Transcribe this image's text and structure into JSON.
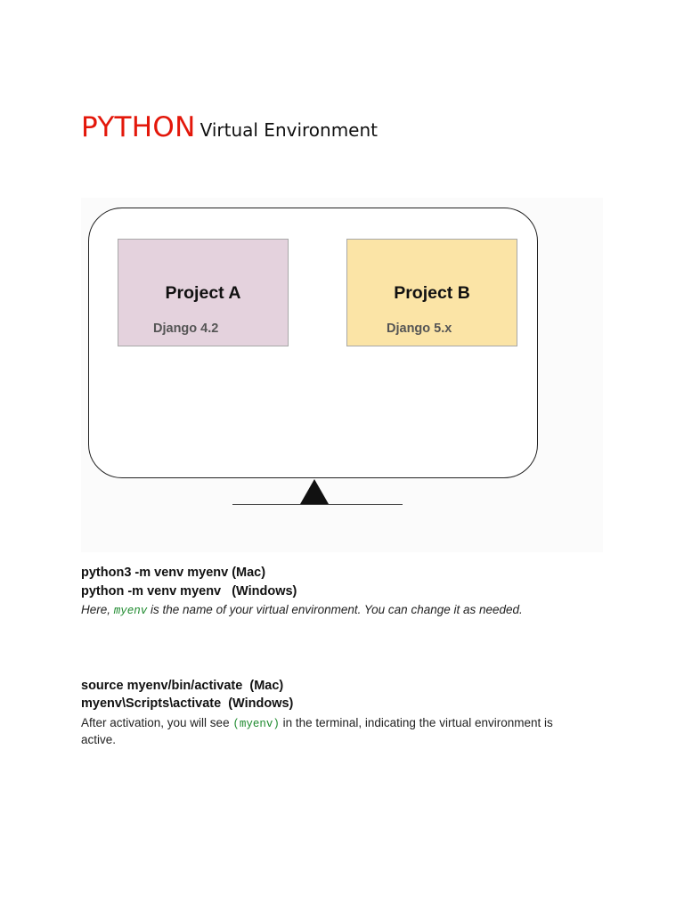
{
  "header": {
    "title_main": "PYTHON",
    "title_sub": "Virtual Environment",
    "title_main_color": "#e3170a"
  },
  "diagram": {
    "projects": [
      {
        "name": "Project A",
        "version": "Django 4.2",
        "color": "#e4d2dd"
      },
      {
        "name": "Project B",
        "version": "Django 5.x",
        "color": "#fbe4a6"
      }
    ]
  },
  "create_section": {
    "commands": [
      "python3 -m venv myenv (Mac)",
      "python -m venv myenv   (Windows)"
    ],
    "note_prefix": "Here, ",
    "note_code": "myenv",
    "note_suffix": " is the name of your virtual environment. You can change it as needed."
  },
  "activate_section": {
    "commands": [
      "source myenv/bin/activate  (Mac)",
      "myenv\\Scripts\\activate  (Windows)"
    ],
    "note_prefix": "After activation, you will see ",
    "note_code": "(myenv)",
    "note_suffix": " in the terminal, indicating the virtual environment is",
    "note_line2": "active."
  },
  "colors": {
    "code_green": "#1e8a2e"
  }
}
